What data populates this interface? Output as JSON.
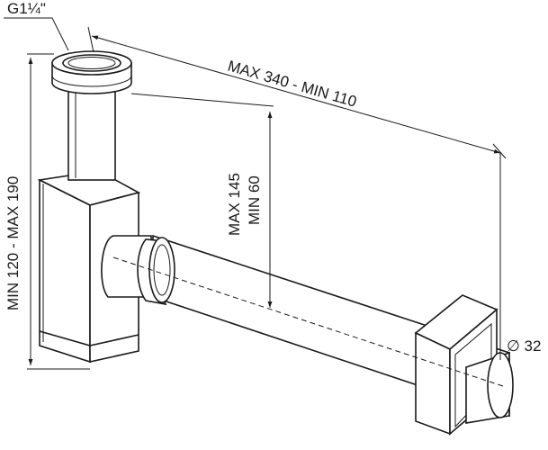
{
  "labels": {
    "thread": "G1¼\"",
    "length": "MAX 340 - MIN 110",
    "height_total": "MIN 120 - MAX 190",
    "height_outlet_max": "MAX 145",
    "height_outlet_min": "MIN 60",
    "diameter": "∅ 32"
  },
  "colors": {
    "line": "#1a1a1a",
    "fill": "#ffffff"
  }
}
